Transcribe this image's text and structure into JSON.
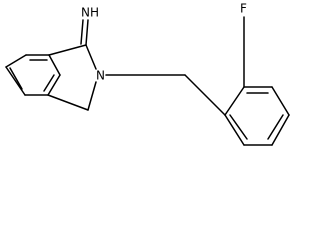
{
  "molecule": {
    "atoms": {
      "imine": "NH",
      "ring_nitrogen": "N",
      "fluorine": "F"
    }
  },
  "colors": {
    "background": "#ffffff",
    "bond": "#000000",
    "text": "#000000"
  }
}
